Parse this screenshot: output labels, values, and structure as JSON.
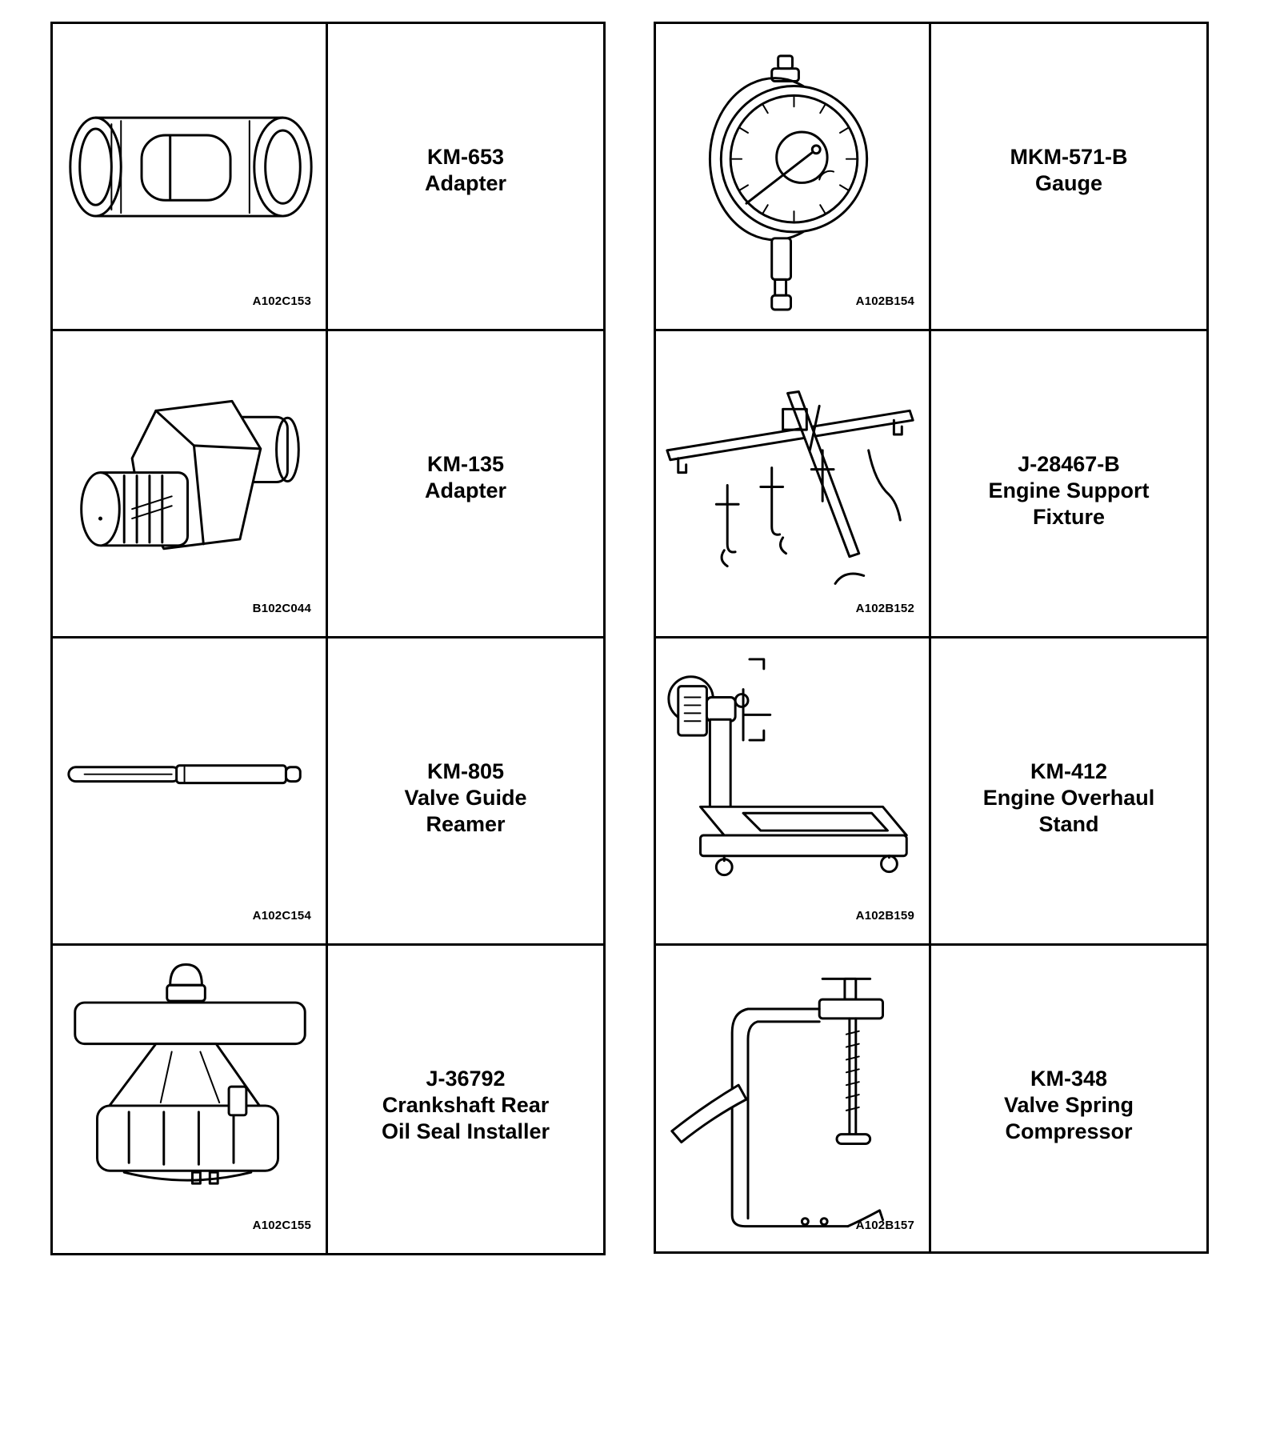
{
  "left_column": [
    {
      "figure_code": "A102C153",
      "part_number": "KM-653",
      "name_lines": [
        "Adapter"
      ]
    },
    {
      "figure_code": "B102C044",
      "part_number": "KM-135",
      "name_lines": [
        "Adapter"
      ]
    },
    {
      "figure_code": "A102C154",
      "part_number": "KM-805",
      "name_lines": [
        "Valve Guide",
        "Reamer"
      ]
    },
    {
      "figure_code": "A102C155",
      "part_number": "J-36792",
      "name_lines": [
        "Crankshaft Rear",
        "Oil Seal Installer"
      ]
    }
  ],
  "right_column": [
    {
      "figure_code": "A102B154",
      "part_number": "MKM-571-B",
      "name_lines": [
        "Gauge"
      ]
    },
    {
      "figure_code": "A102B152",
      "part_number": "J-28467-B",
      "name_lines": [
        "Engine Support",
        "Fixture"
      ]
    },
    {
      "figure_code": "A102B159",
      "part_number": "KM-412",
      "name_lines": [
        "Engine Overhaul",
        "Stand"
      ]
    },
    {
      "figure_code": "A102B157",
      "part_number": "KM-348",
      "name_lines": [
        "Valve Spring",
        "Compressor"
      ]
    }
  ]
}
